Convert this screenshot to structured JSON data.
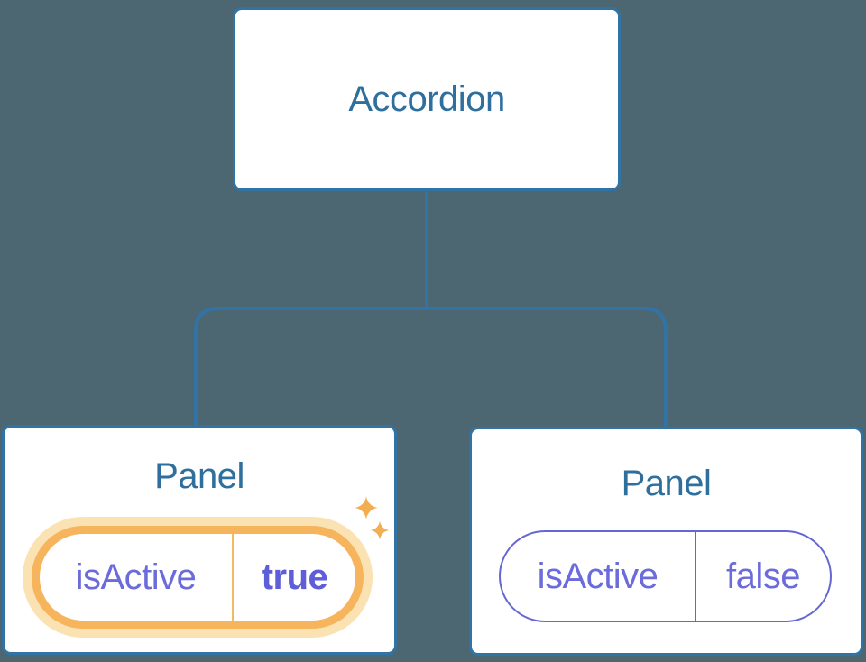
{
  "tree": {
    "root_label": "Accordion",
    "panels": [
      {
        "title": "Panel",
        "prop_name": "isActive",
        "prop_value": "true",
        "state": "active-highlighted"
      },
      {
        "title": "Panel",
        "prop_name": "isActive",
        "prop_value": "false",
        "state": "inactive"
      }
    ]
  },
  "icons": {
    "sparkle_large": "sparkle-icon",
    "sparkle_small": "sparkle-icon"
  },
  "colors": {
    "background": "#4C6772",
    "node_fill": "#FFFFFF",
    "connector_blue": "#3173A5",
    "box_border_blue": "#3173A5",
    "title_text_blue": "#2E6F9E",
    "prop_text_purple": "#6B6BDC",
    "prop_value_bold_purple": "#5E5ED8",
    "pill_border_purple": "#6767D4",
    "highlight_ring_orange": "#F6B45C",
    "highlight_halo_orange": "#FBE2B3",
    "highlight_divider_orange": "#F3BA66",
    "sparkle_orange": "#F2AE52"
  }
}
